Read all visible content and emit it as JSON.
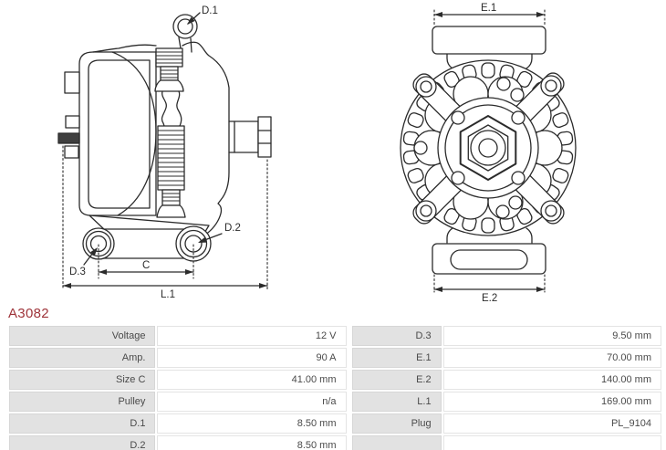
{
  "part_number": "A3082",
  "colors": {
    "accent": "#9e3339",
    "line": "#2b2b2b",
    "label_cell_bg": "#e2e2e2"
  },
  "drawing": {
    "labels": {
      "d1": "D.1",
      "d2": "D.2",
      "d3": "D.3",
      "c": "C",
      "l1": "L.1",
      "e1": "E.1",
      "e2": "E.2"
    }
  },
  "table_left": {
    "rows": [
      {
        "label": "Voltage",
        "value": "12 V"
      },
      {
        "label": "Amp.",
        "value": "90 A"
      },
      {
        "label": "Size C",
        "value": "41.00 mm"
      },
      {
        "label": "Pulley",
        "value": "n/a"
      },
      {
        "label": "D.1",
        "value": "8.50 mm"
      },
      {
        "label": "D.2",
        "value": "8.50 mm"
      }
    ]
  },
  "table_right": {
    "rows": [
      {
        "label": "D.3",
        "value": "9.50 mm"
      },
      {
        "label": "E.1",
        "value": "70.00 mm"
      },
      {
        "label": "E.2",
        "value": "140.00 mm"
      },
      {
        "label": "L.1",
        "value": "169.00 mm"
      },
      {
        "label": "Plug",
        "value": "PL_9104"
      },
      {
        "label": "",
        "value": ""
      }
    ]
  }
}
